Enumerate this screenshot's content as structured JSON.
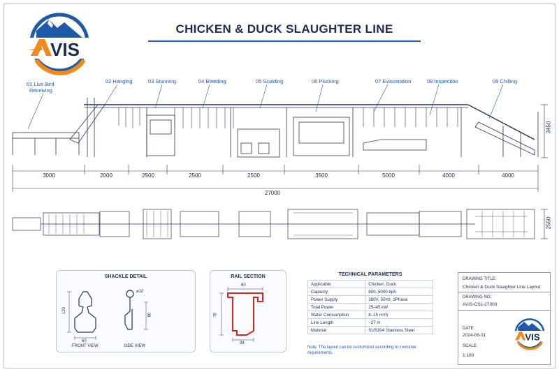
{
  "title": "CHICKEN & DUCK SLAUGHTER LINE",
  "brand": {
    "name": "AVIS",
    "colors": {
      "blue": "#1f5aa8",
      "orange": "#f08a1c",
      "navy": "#1d2b4f"
    }
  },
  "stages": [
    "01 Live Bird",
    "Receiving",
    "02 Hanging",
    "03 Stunning",
    "04 Bleeding",
    "05 Scalding",
    "06 Plucking",
    "07 Evisceration",
    "08 Inspection",
    "09 Chilling"
  ],
  "dimensions": {
    "segments": [
      "3000",
      "2000",
      "2500",
      "2500",
      "2500",
      "3500",
      "5000",
      "4000",
      "4000"
    ],
    "total": "27000",
    "height": "3450",
    "width": "2550"
  },
  "shackle_detail": {
    "title": "SHACKLE DETAIL",
    "front_label": "FRONT VIEW",
    "side_label": "SIDE VIEW",
    "dim_height": "120",
    "dim_width": "60",
    "dim_side": "80",
    "dim_dia": "⌀10"
  },
  "rail_section": {
    "title": "RAIL SECTION",
    "dim_top": "60",
    "dim_height": "70",
    "dim_bottom": "34"
  },
  "tech": {
    "title": "TECHNICAL PARAMETERS",
    "rows": [
      [
        "Applicable",
        "Chicken, Duck"
      ],
      [
        "Capacity",
        "800–5000 bph"
      ],
      [
        "Power Supply",
        "380V, 50Hz, 3Phase"
      ],
      [
        "Total Power",
        "25–45 kW"
      ],
      [
        "Water Consumption",
        "8–15 m³/h"
      ],
      [
        "Line Length",
        "~27 m"
      ],
      [
        "Material",
        "SUS304 Stainless Steel"
      ]
    ],
    "note": "Note: The layout can be customized according to customer requirements."
  },
  "title_block": {
    "drawing_title_label": "DRAWING TITLE:",
    "drawing_title": "Chicken & Duck Slaughter Line Layout",
    "drawing_no_label": "DRAWING NO.:",
    "drawing_no": "AVIS-CSL-27000",
    "date_label": "DATE:",
    "date": "2024-06-01",
    "scale_label": "SCALE:",
    "scale": "1:100"
  }
}
